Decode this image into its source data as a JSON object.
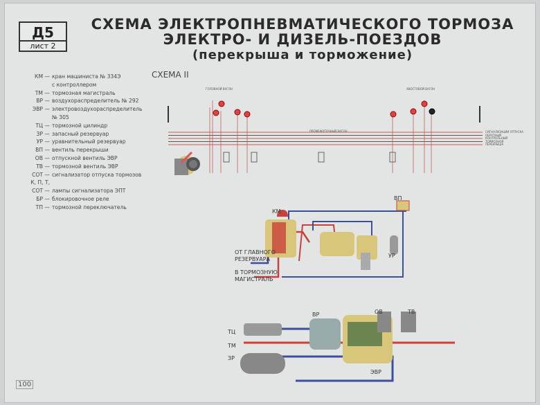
{
  "badge": {
    "code": "Д5",
    "sheet": "лист 2"
  },
  "title": {
    "line1": "СХЕМА ЭЛЕКТРОПНЕВМАТИЧЕСКОГО ТОРМОЗА",
    "line2": "ЭЛЕКТРО- И ДИЗЕЛЬ-ПОЕЗДОВ",
    "line3": "(перекрыша и торможение)"
  },
  "legend": [
    {
      "abbr": "КМ —",
      "text": "кран машиниста № 334Э"
    },
    {
      "abbr": "",
      "text": "с контроллером"
    },
    {
      "abbr": "ТМ —",
      "text": "тормозная магистраль"
    },
    {
      "abbr": "ВР —",
      "text": "воздухораспределитель № 292"
    },
    {
      "abbr": "ЭВР —",
      "text": "электровоздухораспределитель"
    },
    {
      "abbr": "",
      "text": "№ 305"
    },
    {
      "abbr": "ТЦ —",
      "text": "тормозной цилиндр"
    },
    {
      "abbr": "ЗР —",
      "text": "запасный резервуар"
    },
    {
      "abbr": "УР —",
      "text": "уравнительный резервуар"
    },
    {
      "abbr": "ВП —",
      "text": "вентиль перекрыши"
    },
    {
      "abbr": "ОВ —",
      "text": "отпускной вентиль ЭВР"
    },
    {
      "abbr": "ТВ —",
      "text": "тормозной вентиль ЭВР"
    },
    {
      "abbr": "СОТ —",
      "text": "сигнализатор отпуска тормозов"
    },
    {
      "abbr": "К, П, Т,",
      "text": ""
    },
    {
      "abbr": "СОТ —",
      "text": "лампы сигнализатора ЭПТ"
    },
    {
      "abbr": "БР —",
      "text": "блокировочное реле"
    },
    {
      "abbr": "ТП —",
      "text": "тормозной переключатель"
    }
  ],
  "schema": {
    "label": "СХЕМА II",
    "head_car": "ГОЛОВНОЙ ВАГОН",
    "middle_car": "ПРОМЕЖУТОЧНЫЙ ВАГОН",
    "tail_car": "ХВОСТОВОЙ ВАГОН",
    "wires": [
      "СИГНАЛИЗАЦИИ ОТПУСКА",
      "ОБРАТНЫЙ",
      "КОНТРОЛЬНЫЙ",
      "ТОРМОЗНОЙ",
      "ПЕРЕКРЫША"
    ]
  },
  "pneumatic": {
    "km": "КМ",
    "vp": "ВП",
    "ur": "УР",
    "from_main_1": "ОТ ГЛАВНОГО",
    "from_main_2": "РЕЗЕРВУАРА",
    "to_line_1": "В ТОРМОЗНУЮ",
    "to_line_2": "МАГИСТРАЛЬ"
  },
  "car_equipment": {
    "vr": "ВР",
    "ov": "ОВ",
    "tv": "ТВ",
    "tc": "ТЦ",
    "tm": "ТМ",
    "zr": "ЗР",
    "evr": "ЭВР"
  },
  "colors": {
    "red": "#c9413a",
    "blue": "#3b4f9a",
    "yellow": "#d8c67a"
  },
  "page_number": "100"
}
